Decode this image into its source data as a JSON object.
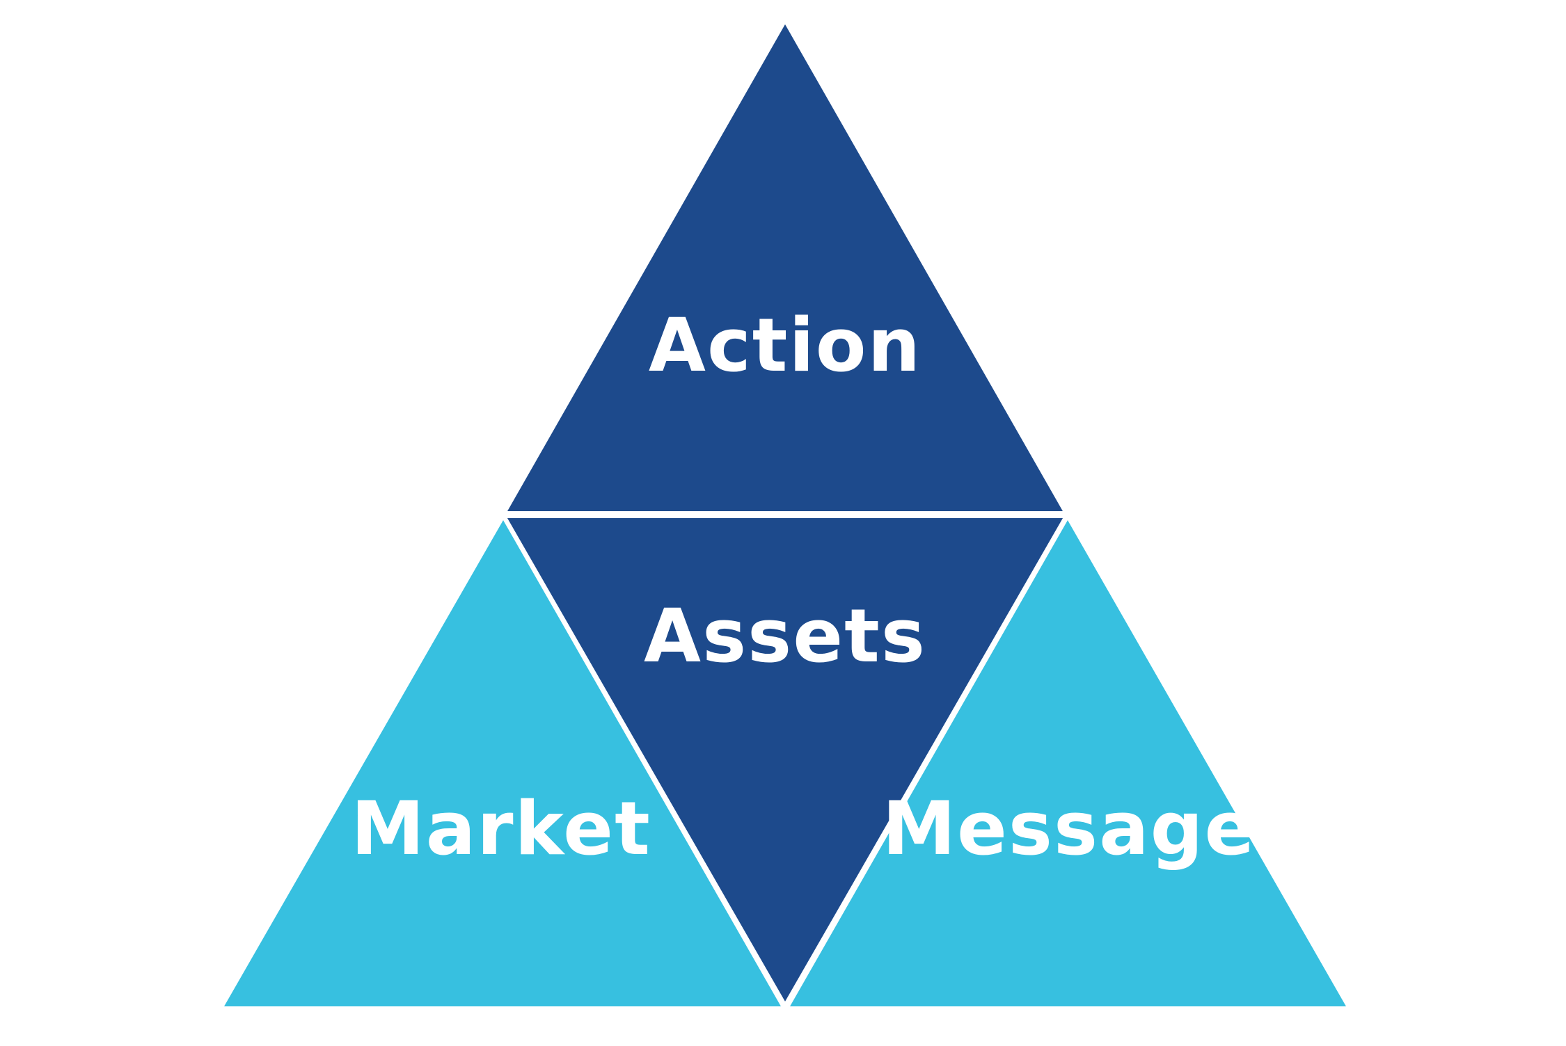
{
  "diagram": {
    "colors": {
      "background": "#ffffff",
      "dark_blue": "#1d4a8c",
      "light_blue": "#37c0e0",
      "label_text": "#ffffff"
    },
    "segments": {
      "top": {
        "label": "Action",
        "fill": "dark_blue"
      },
      "center": {
        "label": "Assets",
        "fill": "dark_blue"
      },
      "bottom_left": {
        "label": "Market",
        "fill": "light_blue"
      },
      "bottom_right": {
        "label": "Message",
        "fill": "light_blue"
      }
    }
  }
}
